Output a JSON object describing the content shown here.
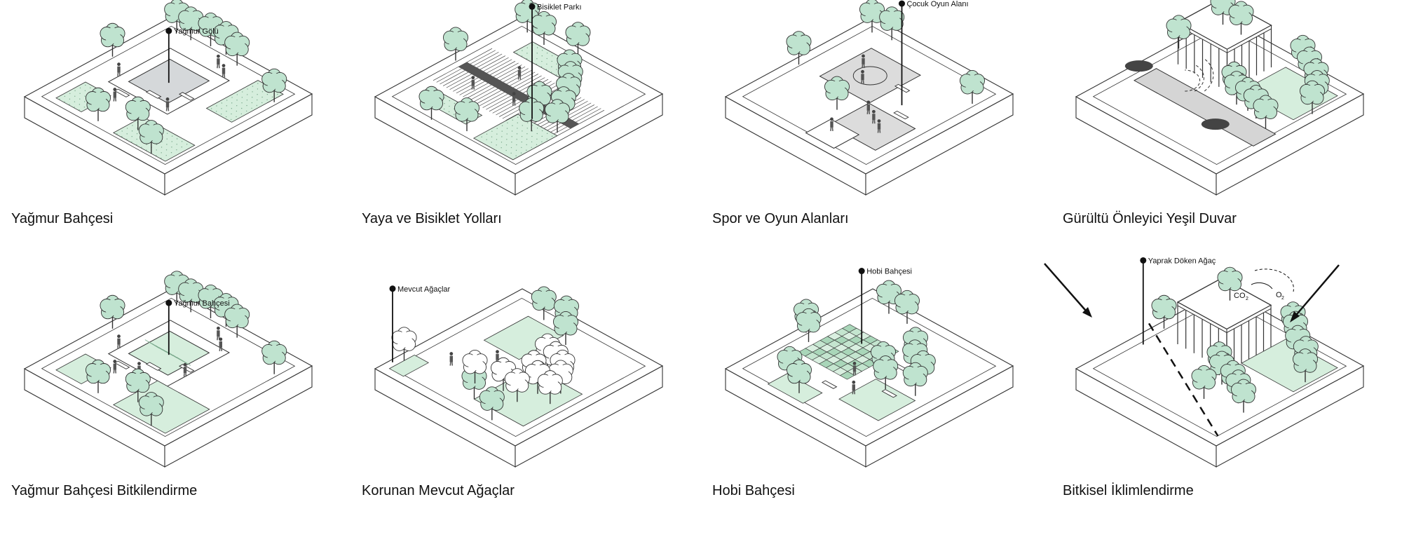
{
  "colors": {
    "green": "#bfe3cf",
    "green_fill": "#d6eedd",
    "grey": "#d9d9d9",
    "line": "#333333",
    "tree_white": "#ffffff"
  },
  "panels": [
    {
      "id": "yagmur-bahcesi",
      "caption": "Yağmur Bahçesi",
      "callout": "Yağmur Gölü",
      "variant": "rain-pond"
    },
    {
      "id": "yaya-bisiklet",
      "caption": "Yaya ve Bisiklet Yolları",
      "callout": "Bisiklet Parkı",
      "variant": "bike"
    },
    {
      "id": "spor-oyun",
      "caption": "Spor ve Oyun Alanları",
      "callout": "Çocuk Oyun Alanı",
      "variant": "sport"
    },
    {
      "id": "gurultu",
      "caption": "Gürültü Önleyici Yeşil Duvar",
      "callout": "",
      "variant": "noise"
    },
    {
      "id": "yagmur-bitki",
      "caption": "Yağmur Bahçesi Bitkilendirme",
      "callout": "Yağmur Bahçesi",
      "variant": "rain-plant"
    },
    {
      "id": "korunan",
      "caption": "Korunan Mevcut Ağaçlar",
      "callout": "Mevcut Ağaçlar",
      "variant": "existing-trees"
    },
    {
      "id": "hobi",
      "caption": "Hobi Bahçesi",
      "callout": "Hobi Bahçesi",
      "variant": "hobby"
    },
    {
      "id": "iklim",
      "caption": "Bitkisel İklimlendirme",
      "callout": "Yaprak Döken Ağaç",
      "variant": "climate",
      "labels": {
        "co2": "CO",
        "co2_sub": "2",
        "o2": "O",
        "o2_sub": "2"
      }
    }
  ]
}
